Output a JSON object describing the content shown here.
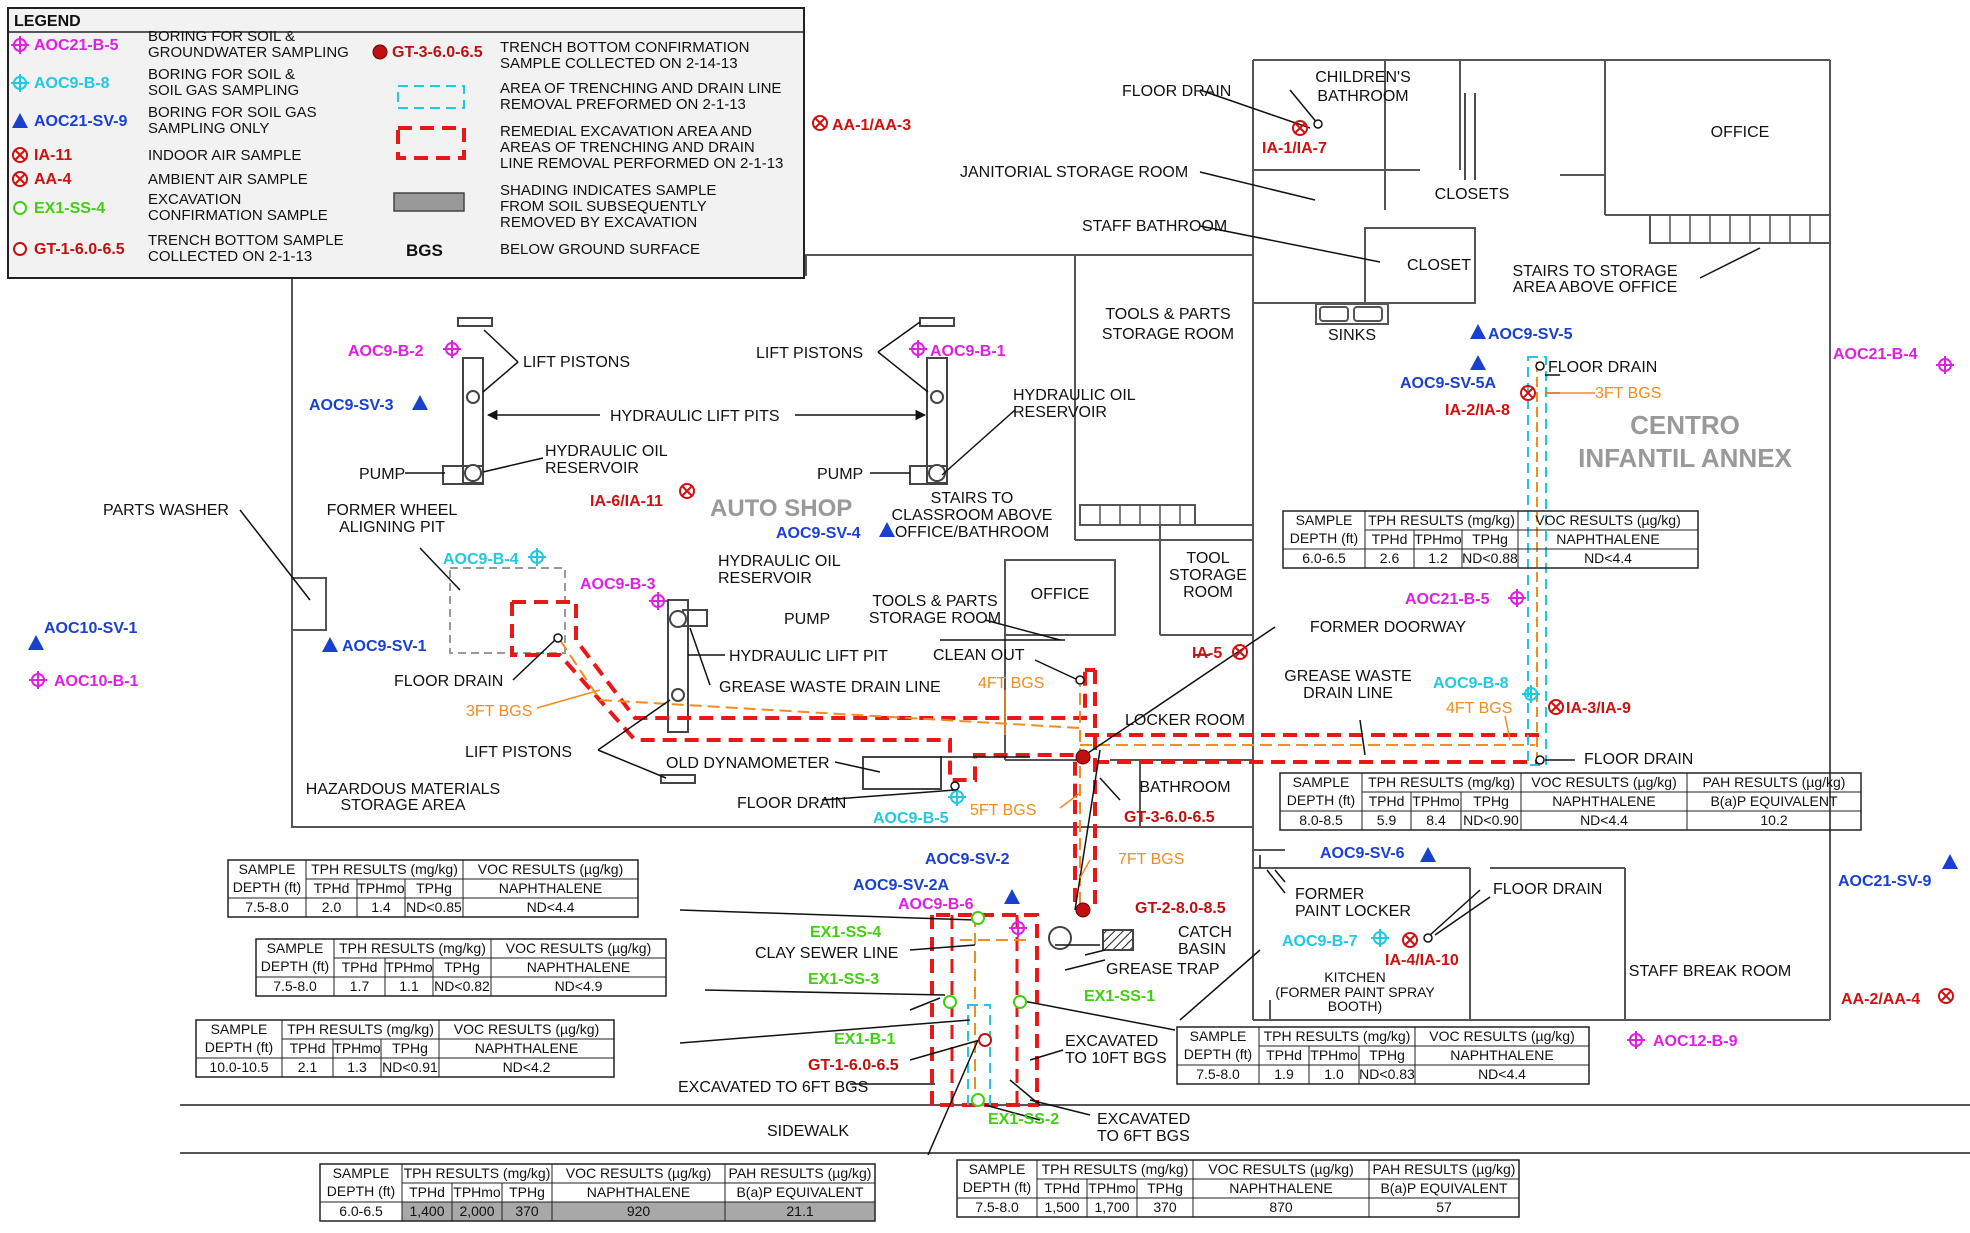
{
  "legend": {
    "title": "LEGEND",
    "items": [
      {
        "code": "AOC21-B-5",
        "desc1": "BORING FOR SOIL &",
        "desc2": "GROUNDWATER SAMPLING",
        "color": "#e020e0",
        "symbol": "diamond-target"
      },
      {
        "code": "AOC9-B-8",
        "desc1": "BORING FOR SOIL &",
        "desc2": "SOIL GAS SAMPLING",
        "color": "#20c8e0",
        "symbol": "diamond-target"
      },
      {
        "code": "AOC21-SV-9",
        "desc1": "BORING FOR SOIL GAS",
        "desc2": "SAMPLING ONLY",
        "color": "#1a40d0",
        "symbol": "triangle"
      },
      {
        "code": "IA-11",
        "desc1": "INDOOR AIR SAMPLE",
        "desc2": "",
        "color": "#d01010",
        "symbol": "circle-x"
      },
      {
        "code": "AA-4",
        "desc1": "AMBIENT AIR SAMPLE",
        "desc2": "",
        "color": "#d01010",
        "symbol": "circle-x"
      },
      {
        "code": "EX1-SS-4",
        "desc1": "EXCAVATION",
        "desc2": "CONFIRMATION SAMPLE",
        "color": "#40d010",
        "symbol": "circle-open"
      },
      {
        "code": "GT-1-6.0-6.5",
        "desc1": "TRENCH BOTTOM SAMPLE",
        "desc2": "COLLECTED ON 2-1-13",
        "color": "#c01010",
        "symbol": "circle-open"
      }
    ],
    "items2": [
      {
        "code": "GT-3-6.0-6.5",
        "desc1": "TRENCH BOTTOM CONFIRMATION",
        "desc2": "SAMPLE COLLECTED ON 2-14-13",
        "desc3": ""
      },
      {
        "code": "",
        "desc1": "AREA OF TRENCHING AND DRAIN LINE",
        "desc2": "REMOVAL PREFORMED ON 2-1-13",
        "desc3": ""
      },
      {
        "code": "",
        "desc1": "REMEDIAL EXCAVATION AREA AND",
        "desc2": "AREAS OF TRENCHING AND DRAIN",
        "desc3": "LINE REMOVAL PERFORMED ON 2-1-13"
      },
      {
        "code": "",
        "desc1": "SHADING INDICATES SAMPLE",
        "desc2": "FROM SOIL SUBSEQUENTLY",
        "desc3": "REMOVED BY EXCAVATION"
      },
      {
        "code": "BGS",
        "desc1": "BELOW GROUND SURFACE",
        "desc2": "",
        "desc3": ""
      }
    ]
  },
  "colors": {
    "magenta": "#e020e0",
    "cyan": "#20c8e0",
    "blue": "#1a40d0",
    "red": "#d01010",
    "darkred": "#c01010",
    "green": "#40d010",
    "orange": "#f08c20",
    "gray": "#999999"
  },
  "rooms": {
    "auto_shop": "AUTO SHOP",
    "centro1": "CENTRO",
    "centro2": "INFANTIL ANNEX",
    "childrens1": "CHILDREN'S",
    "childrens2": "BATHROOM",
    "office_top": "OFFICE",
    "closets": "CLOSETS",
    "closet": "CLOSET",
    "janitorial": "JANITORIAL STORAGE ROOM",
    "staff_bath": "STAFF BATHROOM",
    "sinks": "SINKS",
    "stairs_storage1": "STAIRS TO STORAGE",
    "stairs_storage2": "AREA ABOVE OFFICE",
    "tools1_a": "TOOLS & PARTS",
    "tools1_b": "STORAGE ROOM",
    "tools2_a": "TOOLS & PARTS",
    "tools2_b": "STORAGE ROOM",
    "office_mid": "OFFICE",
    "tool_storage1": "TOOL",
    "tool_storage2": "STORAGE",
    "tool_storage3": "ROOM",
    "locker_room": "LOCKER ROOM",
    "bathroom": "BATHROOM",
    "former_doorway": "FORMER DOORWAY",
    "grease_waste1": "GREASE WASTE",
    "grease_waste2": "DRAIN LINE",
    "former_paint1": "FORMER",
    "former_paint2": "PAINT LOCKER",
    "kitchen1": "KITCHEN",
    "kitchen2": "(FORMER PAINT SPRAY",
    "kitchen3": "BOOTH)",
    "staff_break": "STAFF BREAK ROOM",
    "hazmat1": "HAZARDOUS MATERIALS",
    "hazmat2": "STORAGE AREA",
    "sidewalk": "SIDEWALK"
  },
  "features": {
    "floor_drain": "FLOOR DRAIN",
    "lift_pistons": "LIFT PISTONS",
    "hydraulic_lift_pits": "HYDRAULIC LIFT PITS",
    "pump": "PUMP",
    "hyd_oil1": "HYDRAULIC OIL",
    "hyd_oil2": "RESERVOIR",
    "parts_washer": "PARTS WASHER",
    "wheel_pit1": "FORMER WHEEL",
    "wheel_pit2": "ALIGNING PIT",
    "stairs_class1": "STAIRS TO",
    "stairs_class2": "CLASSROOM ABOVE",
    "stairs_class3": "OFFICE/BATHROOM",
    "hyd_lift_pit": "HYDRAULIC LIFT PIT",
    "grease_drain_line": "GREASE WASTE DRAIN LINE",
    "clean_out": "CLEAN OUT",
    "old_dynamometer": "OLD DYNAMOMETER",
    "catch1": "CATCH",
    "catch2": "BASIN",
    "grease_trap": "GREASE TRAP",
    "clay_sewer": "CLAY SEWER LINE",
    "excavated_10_1": "EXCAVATED",
    "excavated_10_2": "TO 10FT BGS",
    "excavated_6_left": "EXCAVATED TO 6FT BGS",
    "excavated_6_r1": "EXCAVATED",
    "excavated_6_r2": "TO 6FT BGS",
    "bgs3": "3FT BGS",
    "bgs3b": "3FT BGS",
    "bgs4": "4FT BGS",
    "bgs4b": "4FT BGS",
    "bgs5": "5FT BGS",
    "bgs7": "7FT BGS"
  },
  "samples": {
    "aa1": "AA-1/AA-3",
    "aoc9b2": "AOC9-B-2",
    "aoc9b1": "AOC9-B-1",
    "aoc9sv3": "AOC9-SV-3",
    "ia6": "IA-6/IA-11",
    "aoc9sv4": "AOC9-SV-4",
    "aoc9b4": "AOC9-B-4",
    "aoc9b3": "AOC9-B-3",
    "aoc10sv1": "AOC10-SV-1",
    "aoc10b1": "AOC10-B-1",
    "aoc9sv1": "AOC9-SV-1",
    "ia1": "IA-1/IA-7",
    "aoc9sv5": "AOC9-SV-5",
    "aoc9sv5a": "AOC9-SV-5A",
    "ia2": "IA-2/IA-8",
    "aoc21b4": "AOC21-B-4",
    "aoc21b5": "AOC21-B-5",
    "ia5": "IA-5",
    "aoc9b8": "AOC9-B-8",
    "ia3": "IA-3/IA-9",
    "aoc9b5": "AOC9-B-5",
    "gt3": "GT-3-6.0-6.5",
    "aoc9sv6": "AOC9-SV-6",
    "aoc21sv9": "AOC21-SV-9",
    "aoc9sv2": "AOC9-SV-2",
    "aoc9sv2a": "AOC9-SV-2A",
    "aoc9b6": "AOC9-B-6",
    "gt2": "GT-2-8.0-8.5",
    "ex1ss4": "EX1-SS-4",
    "ex1ss3": "EX1-SS-3",
    "ex1ss1": "EX1-SS-1",
    "ex1b1": "EX1-B-1",
    "gt1": "GT-1-6.0-6.5",
    "ex1ss2": "EX1-SS-2",
    "aoc9b7": "AOC9-B-7",
    "ia4": "IA-4/IA-10",
    "aa2": "AA-2/AA-4",
    "aoc12b9": "AOC12-B-9"
  },
  "tables": {
    "h_sample": "SAMPLE",
    "h_depth": "DEPTH (ft)",
    "h_tph": "TPH RESULTS (mg/kg)",
    "h_voc": "VOC RESULTS (µg/kg)",
    "h_pah": "PAH RESULTS (µg/kg)",
    "h_tphd": "TPHd",
    "h_tphmo": "TPHmo",
    "h_tphg": "TPHg",
    "h_naph": "NAPHTHALENE",
    "h_bap": "B(a)P EQUIVALENT",
    "t1": {
      "depth": "6.0-6.5",
      "tphd": "2.6",
      "tphmo": "1.2",
      "tphg": "ND<0.88",
      "naph": "ND<4.4"
    },
    "t2": {
      "depth": "8.0-8.5",
      "tphd": "5.9",
      "tphmo": "8.4",
      "tphg": "ND<0.90",
      "naph": "ND<4.4",
      "bap": "10.2"
    },
    "t3": {
      "depth": "7.5-8.0",
      "tphd": "2.0",
      "tphmo": "1.4",
      "tphg": "ND<0.85",
      "naph": "ND<4.4"
    },
    "t4": {
      "depth": "7.5-8.0",
      "tphd": "1.7",
      "tphmo": "1.1",
      "tphg": "ND<0.82",
      "naph": "ND<4.9"
    },
    "t5": {
      "depth": "10.0-10.5",
      "tphd": "2.1",
      "tphmo": "1.3",
      "tphg": "ND<0.91",
      "naph": "ND<4.2"
    },
    "t6": {
      "depth": "7.5-8.0",
      "tphd": "1.9",
      "tphmo": "1.0",
      "tphg": "ND<0.83",
      "naph": "ND<4.4"
    },
    "t7": {
      "depth": "6.0-6.5",
      "tphd": "1,400",
      "tphmo": "2,000",
      "tphg": "370",
      "naph": "920",
      "bap": "21.1"
    },
    "t8": {
      "depth": "7.5-8.0",
      "tphd": "1,500",
      "tphmo": "1,700",
      "tphg": "370",
      "naph": "870",
      "bap": "57"
    }
  }
}
